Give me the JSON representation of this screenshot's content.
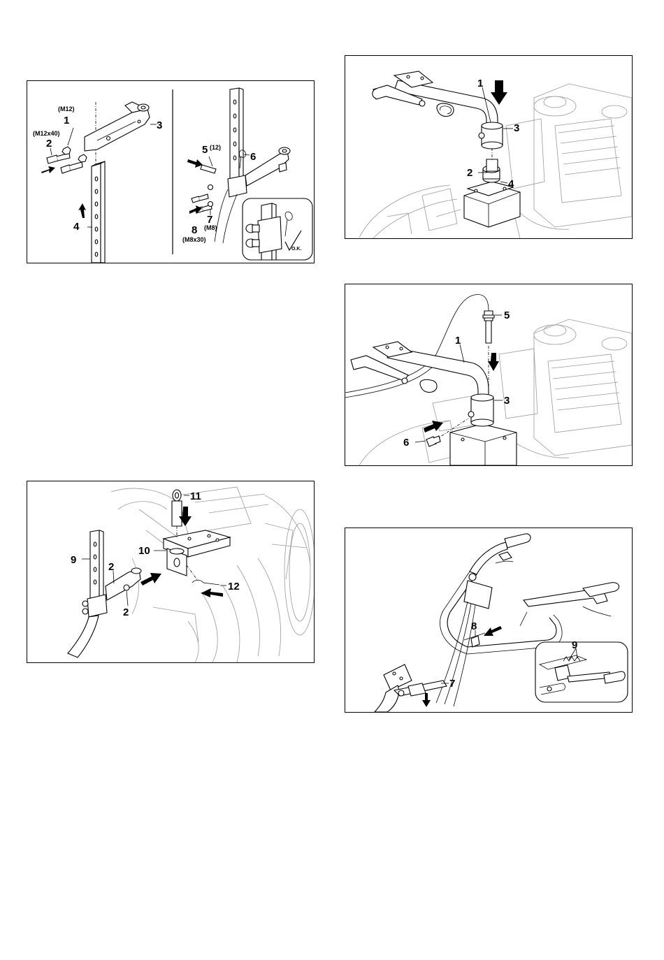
{
  "figure_a": {
    "callouts": {
      "c1": "1",
      "c1_size": "(M12)",
      "c2": "2",
      "c2_size": "(M12x40)",
      "c3": "3",
      "c4": "4",
      "c5": "5",
      "c5_size": "(12)",
      "c6": "6",
      "c7": "7",
      "c7_size": "(M8)",
      "c8": "8",
      "c8_size": "(M8x30)"
    },
    "ok_mark": "O.K."
  },
  "figure_b": {
    "callouts": {
      "c1": "1",
      "c2": "2",
      "c3": "3",
      "c4": "4"
    }
  },
  "figure_c": {
    "callouts": {
      "c1": "1",
      "c3": "3",
      "c5": "5",
      "c6": "6"
    }
  },
  "figure_d": {
    "callouts": {
      "c2a": "2",
      "c2b": "2",
      "c9": "9",
      "c10": "10",
      "c11": "11",
      "c12": "12"
    }
  },
  "figure_e": {
    "callouts": {
      "c7": "7",
      "c8": "8",
      "c9": "9"
    }
  }
}
